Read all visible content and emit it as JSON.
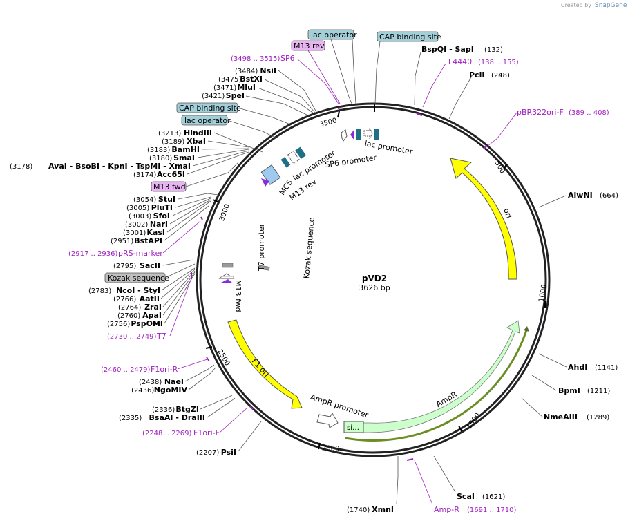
{
  "credit": {
    "prefix": "Created by",
    "brand": "SnapGene"
  },
  "plasmid": {
    "name": "pVD2",
    "size": "3626 bp"
  },
  "ticks": [
    "500",
    "1000",
    "1500",
    "2000",
    "2500",
    "3000",
    "3500"
  ],
  "features": {
    "ori": "ori",
    "f1_ori": "F1 ori",
    "ampr": "AmpR",
    "ampr_promoter": "AmpR promoter",
    "signal": "si…",
    "lac_promoter_top": "lac promoter",
    "sp6_promoter": "SP6 promoter",
    "lac_promoter_left": "lac promoter",
    "m13_rev": "M13 rev",
    "mcs": "MCS",
    "t7_promoter": "T7 promoter",
    "m13_fwd": "M13 fwd",
    "kozak": "Kozak sequence"
  },
  "boxed_labels": {
    "lac_operator_top": "lac operator",
    "cap_top": "CAP binding site",
    "m13_rev": "M13 rev",
    "cap_left": "CAP binding site",
    "lac_operator_left": "lac operator",
    "m13_fwd": "M13 fwd",
    "kozak": "Kozak sequence"
  },
  "sites_left": [
    {
      "pos": "(3484)",
      "name": "NsiI"
    },
    {
      "pos": "(3475)",
      "name": "BstXI"
    },
    {
      "pos": "(3471)",
      "name": "MluI"
    },
    {
      "pos": "(3421)",
      "name": "SpeI"
    },
    {
      "pos": "(3213)",
      "name": "HindIII"
    },
    {
      "pos": "(3189)",
      "name": "XbaI"
    },
    {
      "pos": "(3183)",
      "name": "BamHI"
    },
    {
      "pos": "(3180)",
      "name": "SmaI"
    },
    {
      "pos": "(3178)",
      "name": "AvaI  - BsoBI  - KpnI  - TspMI  - XmaI"
    },
    {
      "pos": "(3174)",
      "name": "Acc65I"
    },
    {
      "pos": "(3054)",
      "name": "StuI"
    },
    {
      "pos": "(3005)",
      "name": "PluTI"
    },
    {
      "pos": "(3003)",
      "name": "SfoI"
    },
    {
      "pos": "(3002)",
      "name": "NarI"
    },
    {
      "pos": "(3001)",
      "name": "KasI"
    },
    {
      "pos": "(2951)",
      "name": "BstAPI"
    },
    {
      "pos": "(2795)",
      "name": "SacII"
    },
    {
      "pos": "(2783)",
      "name": "NcoI  - StyI"
    },
    {
      "pos": "(2766)",
      "name": "AatII"
    },
    {
      "pos": "(2764)",
      "name": "ZraI"
    },
    {
      "pos": "(2760)",
      "name": "ApaI"
    },
    {
      "pos": "(2756)",
      "name": "PspOMI"
    },
    {
      "pos": "(2438)",
      "name": "NaeI"
    },
    {
      "pos": "(2436)",
      "name": "NgoMIV"
    },
    {
      "pos": "(2336)",
      "name": "BtgZI"
    },
    {
      "pos": "(2335)",
      "name": "BsaAI  - DraIII"
    },
    {
      "pos": "(2207)",
      "name": "PsiI"
    },
    {
      "pos": "(1740)",
      "name": "XmnI"
    }
  ],
  "sites_right": [
    {
      "name": "BspQI  - SapI",
      "pos": "(132)"
    },
    {
      "name": "PciI",
      "pos": "(248)"
    },
    {
      "name": "AlwNI",
      "pos": "(664)"
    },
    {
      "name": "AhdI",
      "pos": "(1141)"
    },
    {
      "name": "BpmI",
      "pos": "(1211)"
    },
    {
      "name": "NmeAIII",
      "pos": "(1289)"
    },
    {
      "name": "ScaI",
      "pos": "(1621)"
    }
  ],
  "primers": [
    {
      "range": "(3498 .. 3515)",
      "name": "SP6"
    },
    {
      "name": "L4440",
      "range": "(138 .. 155)"
    },
    {
      "name": "pBR322ori-F",
      "range": "(389 .. 408)"
    },
    {
      "range": "(2917 .. 2936)",
      "name": "pRS-marker"
    },
    {
      "range": "(2730 .. 2749)",
      "name": "T7"
    },
    {
      "range": "(2460 .. 2479)",
      "name": "F1ori-R"
    },
    {
      "range": "(2248 .. 2269)",
      "name": "F1ori-F"
    },
    {
      "name": "Amp-R",
      "range": "(1691 .. 1710)"
    }
  ],
  "colors": {
    "ori": "#ffff00",
    "f1_ori": "#ffff00",
    "ampr": "#ccffcc",
    "ampr_line": "#6b8e23",
    "operator": "#a3cfd9",
    "primer_box": "#e8b5f2",
    "kozak_box": "#c0c0c0",
    "primer_text": "#a020c0",
    "promoter_teal": "#1f6f87",
    "mcs_blue": "#9ecaf0",
    "m13_purple": "#8a2be2"
  }
}
